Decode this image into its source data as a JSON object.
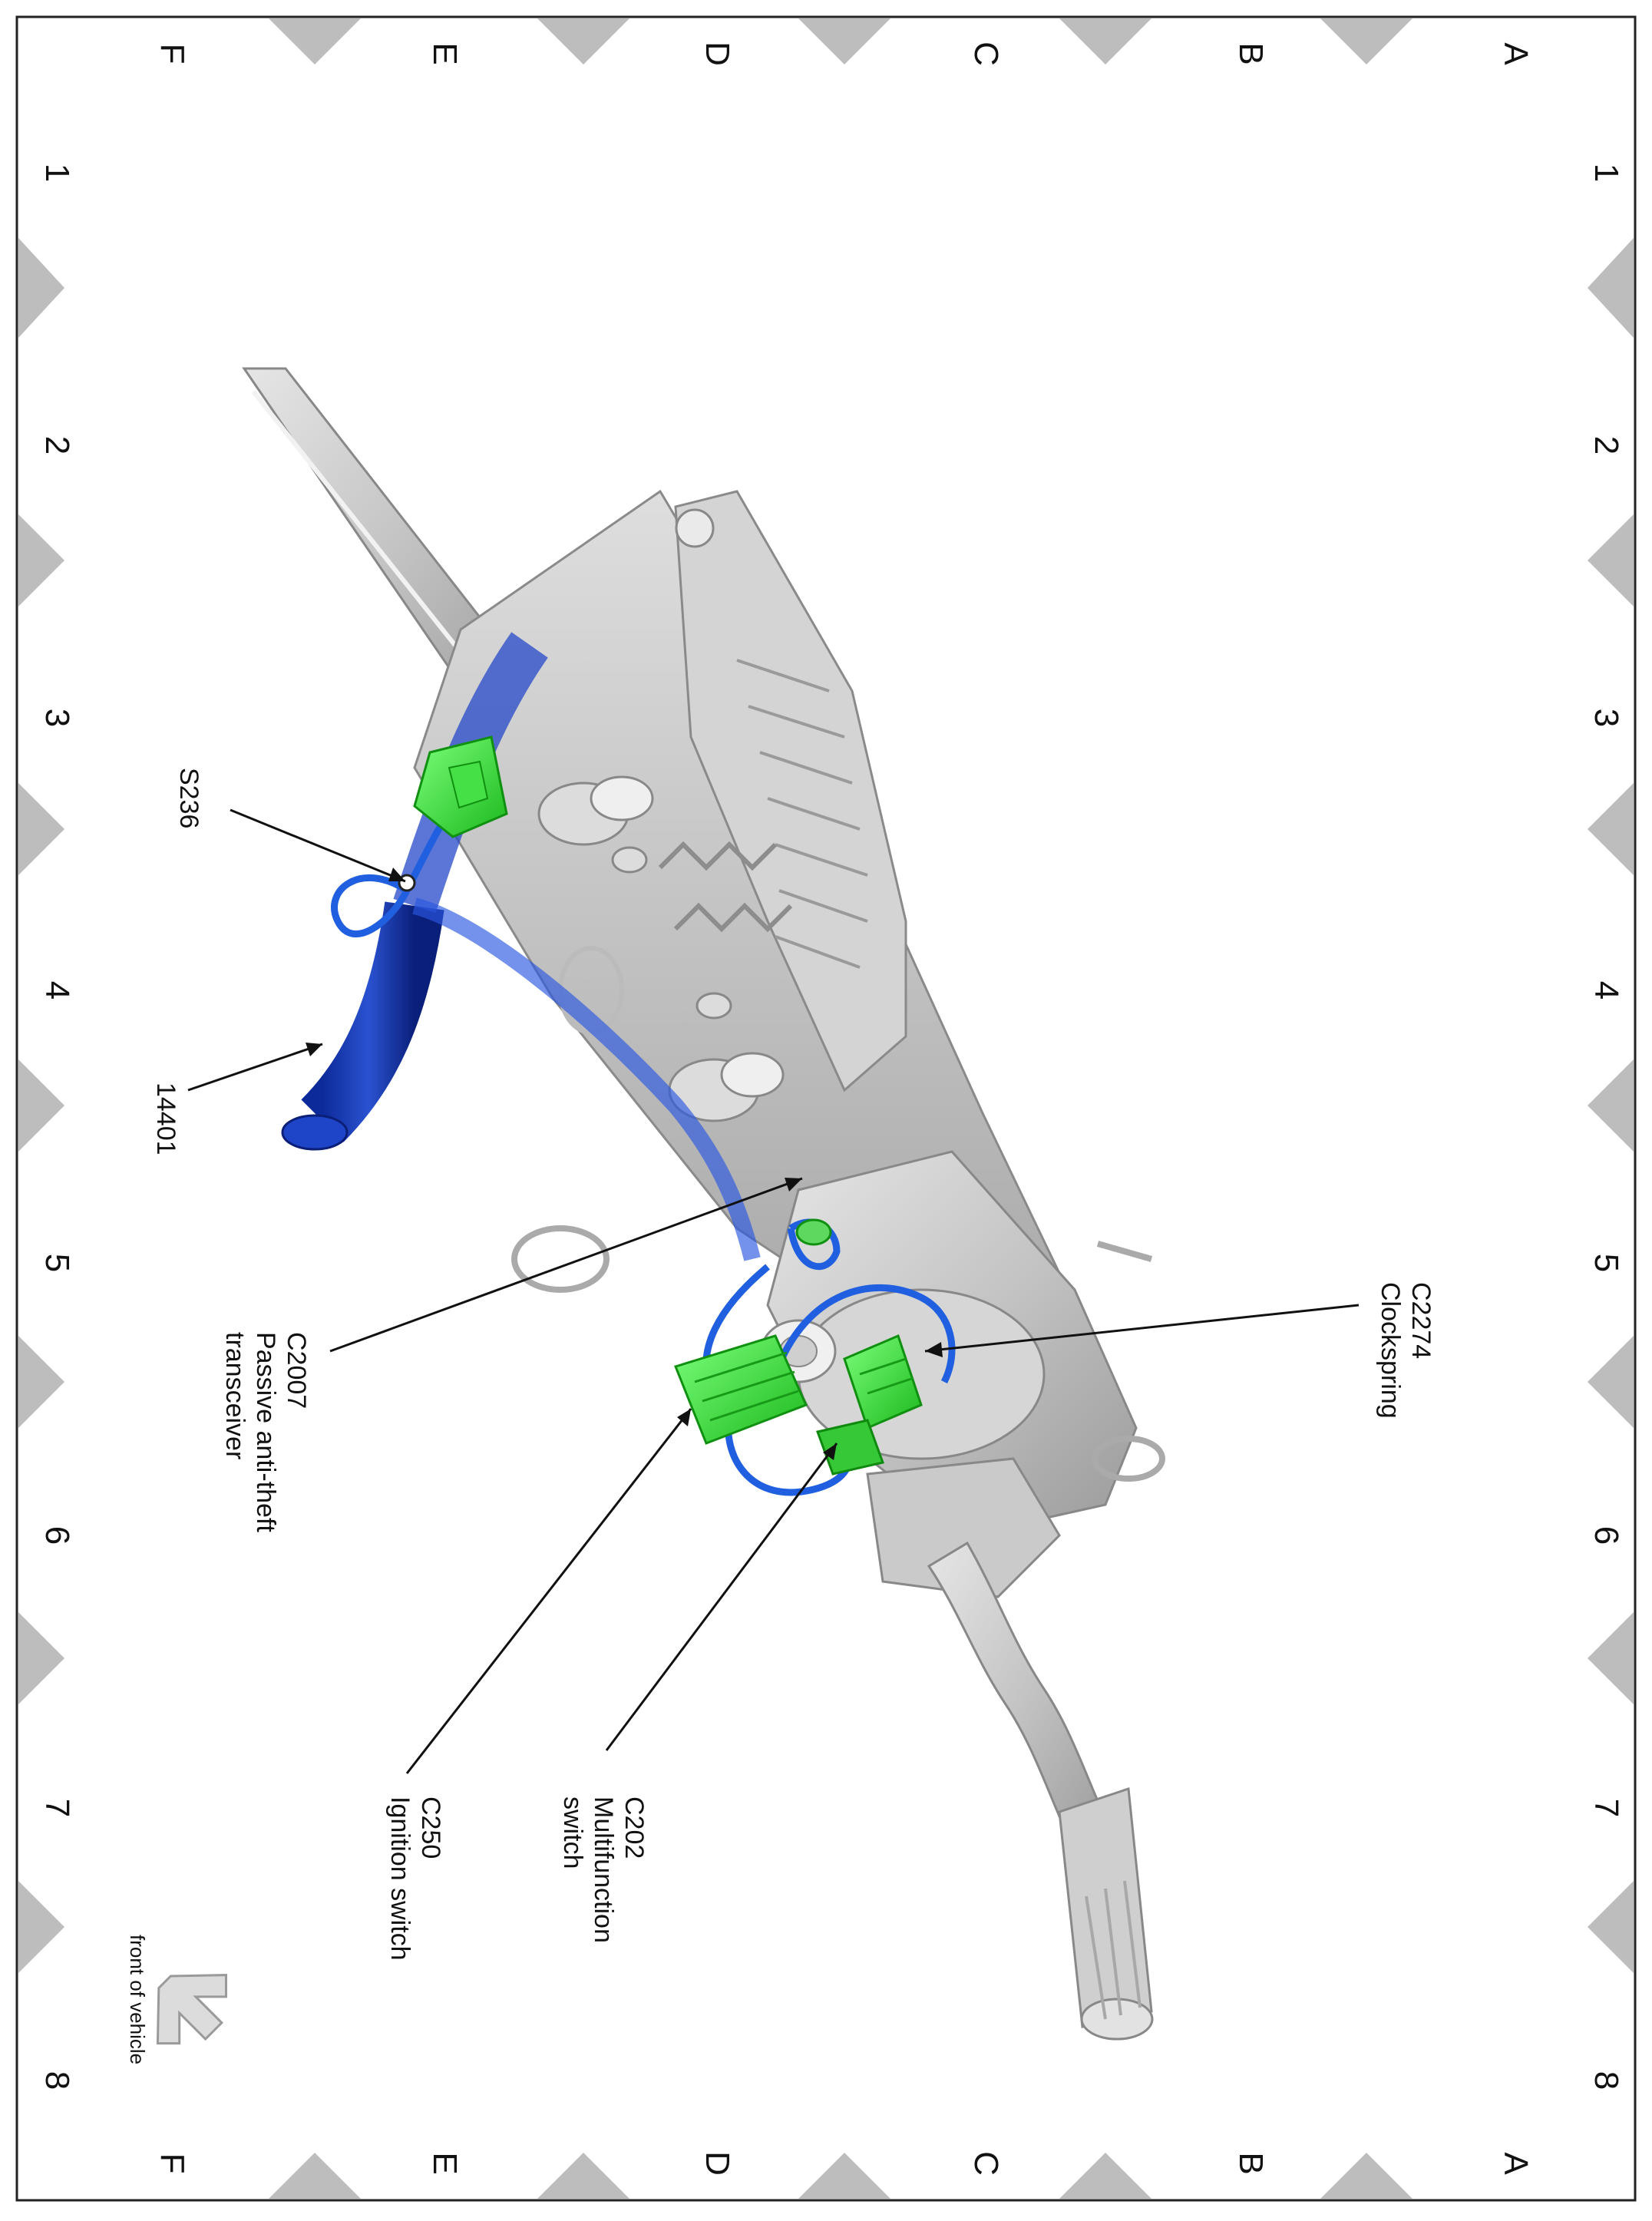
{
  "grid": {
    "rows": [
      "A",
      "B",
      "C",
      "D",
      "E",
      "F"
    ],
    "columns": [
      "1",
      "2",
      "3",
      "4",
      "5",
      "6",
      "7",
      "8"
    ]
  },
  "callouts": {
    "s236": {
      "id": "S236"
    },
    "harness": {
      "id": "14401"
    },
    "c2007": {
      "id": "C2007",
      "line1": "Passive anti-theft",
      "line2": "transceiver"
    },
    "c2274": {
      "id": "C2274",
      "line1": "Clockspring"
    },
    "c202": {
      "id": "C202",
      "line1": "Multifunction",
      "line2": "switch"
    },
    "c250": {
      "id": "C250",
      "line1": "Ignition switch"
    }
  },
  "orientation": {
    "label": "front of vehicle"
  },
  "colors": {
    "harness": "#1a3fb8",
    "wire": "#1f5fe0",
    "connector": "#33dd33",
    "component": "#c8c8c8",
    "border_marker": "#bdbdbd"
  },
  "icons": {
    "orientation": "arrow-icon"
  }
}
